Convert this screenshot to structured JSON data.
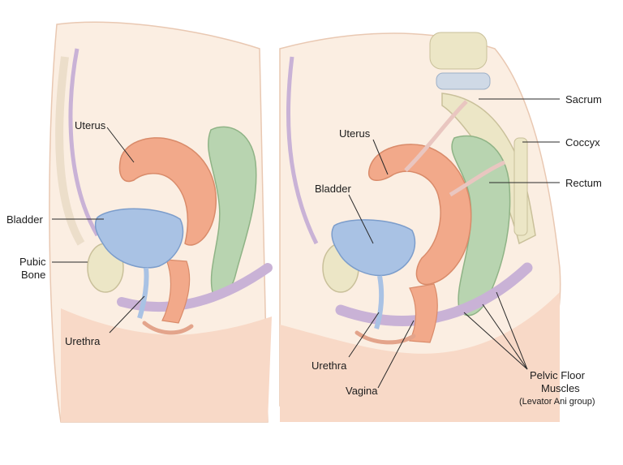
{
  "left_panel": {
    "labels": {
      "uterus": "Uterus",
      "bladder": "Bladder",
      "pubic_bone_line1": "Pubic",
      "pubic_bone_line2": "Bone",
      "urethra": "Urethra"
    }
  },
  "right_panel": {
    "labels": {
      "uterus": "Uterus",
      "bladder": "Bladder",
      "sacrum": "Sacrum",
      "coccyx": "Coccyx",
      "rectum": "Rectum",
      "urethra": "Urethra",
      "vagina": "Vagina",
      "pelvic_floor_line1": "Pelvic Floor",
      "pelvic_floor_line2": "Muscles",
      "pelvic_floor_sub": "(Levator Ani group)"
    }
  },
  "colors": {
    "skin": "#f8d9c7",
    "tissue": "#fbeee2",
    "uterus": "#f2a98a",
    "bladder": "#a9c2e4",
    "rectum": "#b8d4b0",
    "bone": "#ece6c6",
    "muscle": "#c9b2d6"
  }
}
